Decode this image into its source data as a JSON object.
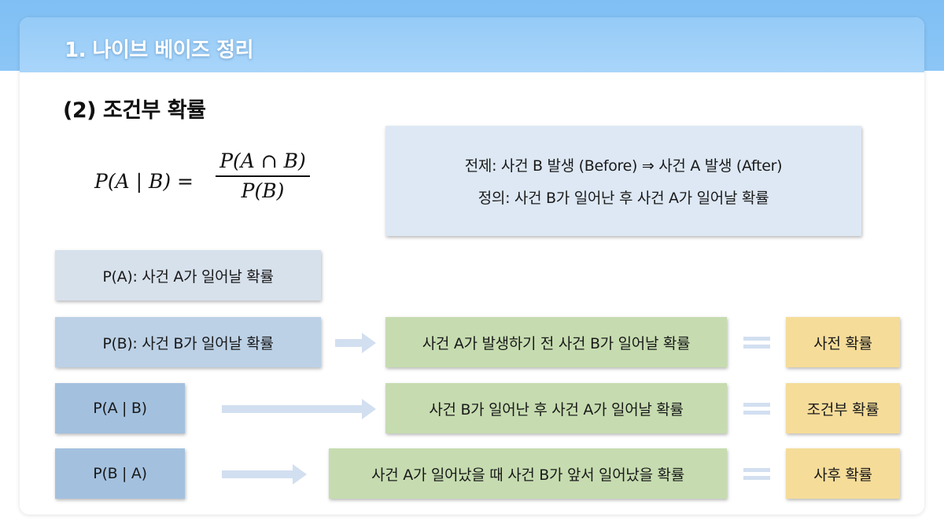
{
  "header": {
    "title": "1. 나이브 베이즈 정리"
  },
  "section": {
    "title": "(2) 조건부 확률"
  },
  "formula": {
    "lhs": "P(A | B) =",
    "numerator": "P(A ∩ B)",
    "denominator": "P(B)"
  },
  "premise": {
    "line1": "전제: 사건 B 발생 (Before) ⇒ 사건 A 발생 (After)",
    "line2": "정의: 사건 B가 일어난 후 사건 A가 일어날 확률"
  },
  "rows": [
    {
      "label": "P(A): 사건 A가 일어날 확률"
    },
    {
      "label": "P(B): 사건 B가 일어날 확률",
      "desc": "사건 A가 발생하기 전 사건 B가 일어날 확률",
      "term": "사전 확률"
    },
    {
      "label": "P(A | B)",
      "desc": "사건 B가 일어난 후 사건 A가 일어날 확률",
      "term": "조건부 확률"
    },
    {
      "label": "P(B | A)",
      "desc": "사건 A가 일어났을 때 사건 B가 앞서 일어났을 확률",
      "term": "사후 확률"
    }
  ],
  "colors": {
    "header_blue": "#95cbf7",
    "label_blue": "#a3c1df",
    "desc_green": "#c6dcb0",
    "term_yellow": "#f5dc99",
    "arrow_blue": "#d2dff0"
  }
}
